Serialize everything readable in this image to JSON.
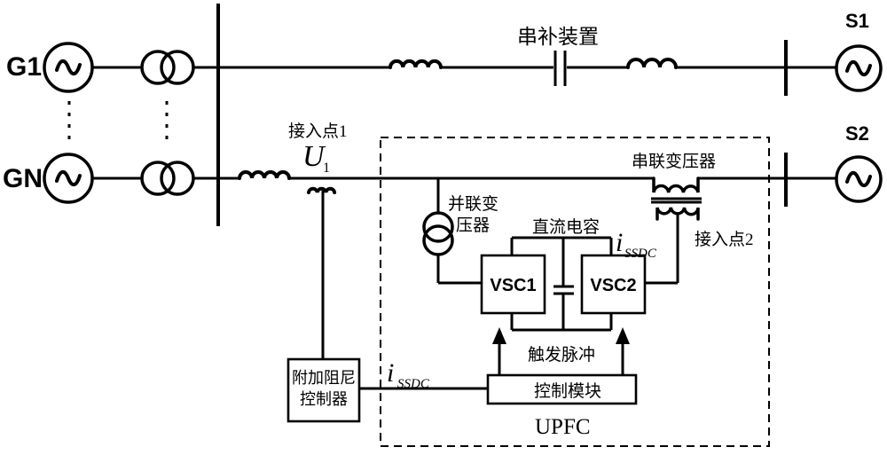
{
  "diagram_title": "UPFC series-compensated two-area power system with supplementary damping controller",
  "colors": {
    "ink": "#000000",
    "bg": "#ffffff"
  },
  "generators": {
    "g1": "G1",
    "gn": "GN",
    "s1": "S1",
    "s2": "S2"
  },
  "labels": {
    "series_comp": "串补装置",
    "access_point1": "接入点1",
    "access_point2": "接入点2",
    "series_transformer": "串联变压器",
    "shunt_transformer_line1": "并联变",
    "shunt_transformer_line2": "压器",
    "dc_capacitor": "直流电容",
    "trigger_pulse": "触发脉冲",
    "control_module": "控制模块",
    "damping_line1": "附加阻尼",
    "damping_line2": "控制器",
    "upfc": "UPFC",
    "vsc1": "VSC1",
    "vsc2": "VSC2"
  },
  "symbols": {
    "u1_base": "U",
    "u1_sub": "1",
    "i_ssdc1_base": "i",
    "i_ssdc1_sub": "SSDC",
    "i_ssdc2_base": "i",
    "i_ssdc2_sub": "SSDC"
  }
}
